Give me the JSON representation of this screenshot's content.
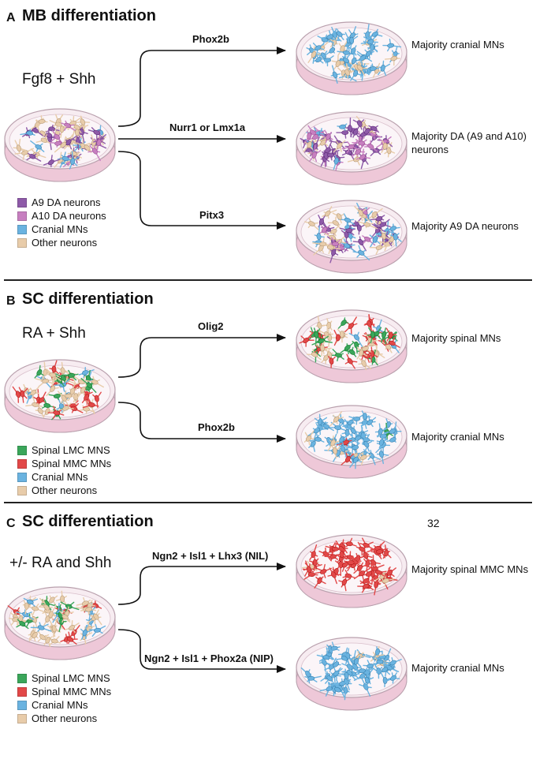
{
  "colors": {
    "a9_da": "#8e5aa8",
    "a10_da": "#c77fc0",
    "cranial": "#6ab3e0",
    "other": "#e8ccaa",
    "lmc": "#3aa65a",
    "mmc": "#e24848",
    "dish_rim": "#eec8d8",
    "dish_fill": "#f7ecf1",
    "divider": "#222222"
  },
  "page_number": "32",
  "panels": [
    {
      "letter": "A",
      "title": "MB differentiation",
      "factors": "Fgf8 + Shh",
      "source_mix": {
        "a9_da": 0.25,
        "a10_da": 0.2,
        "cranial": 0.15,
        "other": 0.4
      },
      "legend": [
        {
          "label": "A9 DA neurons",
          "color_key": "a9_da"
        },
        {
          "label": "A10 DA neurons",
          "color_key": "a10_da"
        },
        {
          "label": "Cranial MNs",
          "color_key": "cranial"
        },
        {
          "label": "Other neurons",
          "color_key": "other"
        }
      ],
      "branches": [
        {
          "label": "Phox2b",
          "outcome": "Majority cranial MNs",
          "mix": {
            "cranial": 0.72,
            "other": 0.28
          }
        },
        {
          "label": "Nurr1 or Lmx1a",
          "outcome": "Majority DA (A9 and A10) neurons",
          "mix": {
            "a9_da": 0.45,
            "a10_da": 0.3,
            "cranial": 0.1,
            "other": 0.15
          }
        },
        {
          "label": "Pitx3",
          "outcome": "Majority A9 DA neurons",
          "mix": {
            "a9_da": 0.3,
            "a10_da": 0.1,
            "cranial": 0.15,
            "other": 0.45
          }
        }
      ]
    },
    {
      "letter": "B",
      "title": "SC differentiation",
      "factors": "RA + Shh",
      "source_mix": {
        "mmc": 0.22,
        "lmc": 0.13,
        "cranial": 0.15,
        "other": 0.5
      },
      "legend": [
        {
          "label": "Spinal LMC MNS",
          "color_key": "lmc"
        },
        {
          "label": "Spinal MMC MNs",
          "color_key": "mmc"
        },
        {
          "label": "Cranial MNs",
          "color_key": "cranial"
        },
        {
          "label": "Other neurons",
          "color_key": "other"
        }
      ],
      "branches": [
        {
          "label": "Olig2",
          "outcome": "Majority spinal MNs",
          "mix": {
            "mmc": 0.45,
            "lmc": 0.3,
            "cranial": 0.05,
            "other": 0.2
          }
        },
        {
          "label": "Phox2b",
          "outcome": "Majority cranial MNs",
          "mix": {
            "cranial": 0.8,
            "lmc": 0.05,
            "mmc": 0.05,
            "other": 0.1
          }
        }
      ]
    },
    {
      "letter": "C",
      "title": "SC differentiation",
      "factors": "+/- RA and Shh",
      "source_mix": {
        "mmc": 0.15,
        "lmc": 0.15,
        "cranial": 0.15,
        "other": 0.55
      },
      "legend": [
        {
          "label": "Spinal LMC MNS",
          "color_key": "lmc"
        },
        {
          "label": "Spinal MMC MNs",
          "color_key": "mmc"
        },
        {
          "label": "Cranial MNs",
          "color_key": "cranial"
        },
        {
          "label": "Other neurons",
          "color_key": "other"
        }
      ],
      "branches": [
        {
          "label": "Ngn2 + Isl1 + Lhx3 (NIL)",
          "outcome": "Majority spinal MMC MNs",
          "mix": {
            "mmc": 0.9,
            "other": 0.1
          }
        },
        {
          "label": "Ngn2 + Isl1 + Phox2a (NIP)",
          "outcome": "Majority cranial MNs",
          "mix": {
            "cranial": 0.95,
            "other": 0.05
          }
        }
      ]
    }
  ]
}
